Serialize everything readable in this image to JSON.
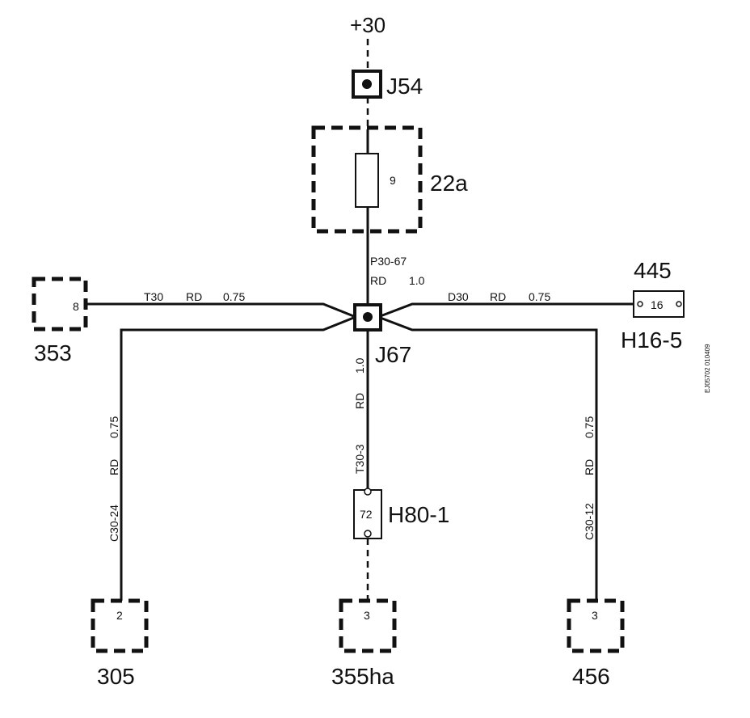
{
  "supply": "+30",
  "connector_j54": "J54",
  "fuse": {
    "box_label": "22a",
    "fuse_number": "9"
  },
  "splice": "J67",
  "wire_p30_67": {
    "id": "P30-67",
    "color": "RD",
    "size": "1.0"
  },
  "wire_t30": {
    "id": "T30",
    "color": "RD",
    "size": "0.75"
  },
  "wire_d30": {
    "id": "D30",
    "color": "RD",
    "size": "0.75"
  },
  "wire_t30_3": {
    "id": "T30-3",
    "color": "RD",
    "size": "1.0"
  },
  "wire_c30_24": {
    "id": "C30-24",
    "color": "RD",
    "size": "0.75"
  },
  "wire_c30_12": {
    "id": "C30-12",
    "color": "RD",
    "size": "0.75"
  },
  "comp_353": {
    "label": "353",
    "pin": "8"
  },
  "comp_445": {
    "label": "445",
    "connector": "H16-5",
    "pin": "16"
  },
  "connector_h80": {
    "label": "H80-1",
    "pin": "72"
  },
  "comp_305": {
    "label": "305",
    "pin": "2"
  },
  "comp_355ha": {
    "label": "355ha",
    "pin": "3"
  },
  "comp_456": {
    "label": "456",
    "pin": "3"
  },
  "figure_ref": "EJ05702 010409"
}
